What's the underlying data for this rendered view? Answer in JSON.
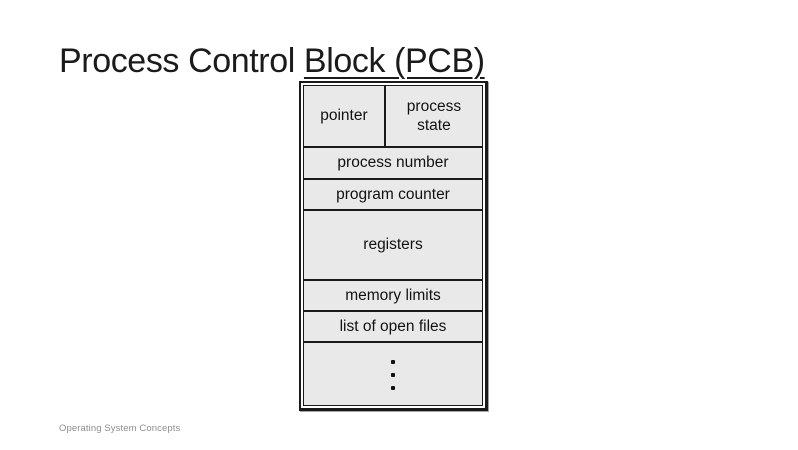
{
  "title": {
    "prefix": "Process Control ",
    "underlined": "Block (PCB)"
  },
  "diagram": {
    "pointer": "pointer",
    "process_state": "process state",
    "process_number": "process number",
    "program_counter": "program counter",
    "registers": "registers",
    "memory_limits": "memory limits",
    "list_of_open_files": "list of open files",
    "ellipsis_icon": "vertical-ellipsis"
  },
  "footer": {
    "text": "Operating System Concepts"
  },
  "colors": {
    "cell_fill": "#e9e9e9",
    "border": "#1a1a1a",
    "title_text": "#1b1b1b",
    "footer_text": "#8f8f8f"
  }
}
